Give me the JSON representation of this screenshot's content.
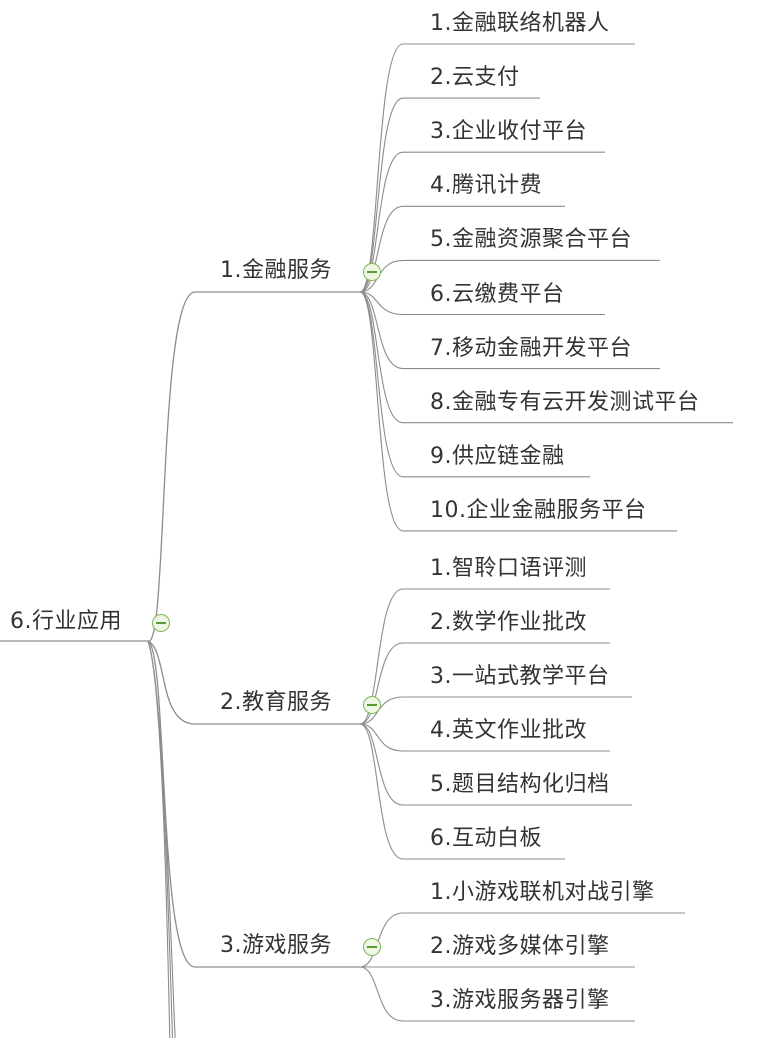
{
  "root": {
    "label": "6.行业应用",
    "children": [
      {
        "label": "1.金融服务",
        "children": [
          "1.金融联络机器人",
          "2.云支付",
          "3.企业收付平台",
          "4.腾讯计费",
          "5.金融资源聚合平台",
          "6.云缴费平台",
          "7.移动金融开发平台",
          "8.金融专有云开发测试平台",
          "9.供应链金融",
          "10.企业金融服务平台"
        ]
      },
      {
        "label": "2.教育服务",
        "children": [
          "1.智聆口语评测",
          "2.数学作业批改",
          "3.一站式教学平台",
          "4.英文作业批改",
          "5.题目结构化归档",
          "6.互动白板"
        ]
      },
      {
        "label": "3.游戏服务",
        "children": [
          "1.小游戏联机对战引擎",
          "2.游戏多媒体引擎",
          "3.游戏服务器引擎"
        ]
      }
    ]
  },
  "colors": {
    "line": "#8c8c8c",
    "text": "#333333",
    "collapse_border": "#7fb65b",
    "collapse_fill": "#eef7e6"
  }
}
